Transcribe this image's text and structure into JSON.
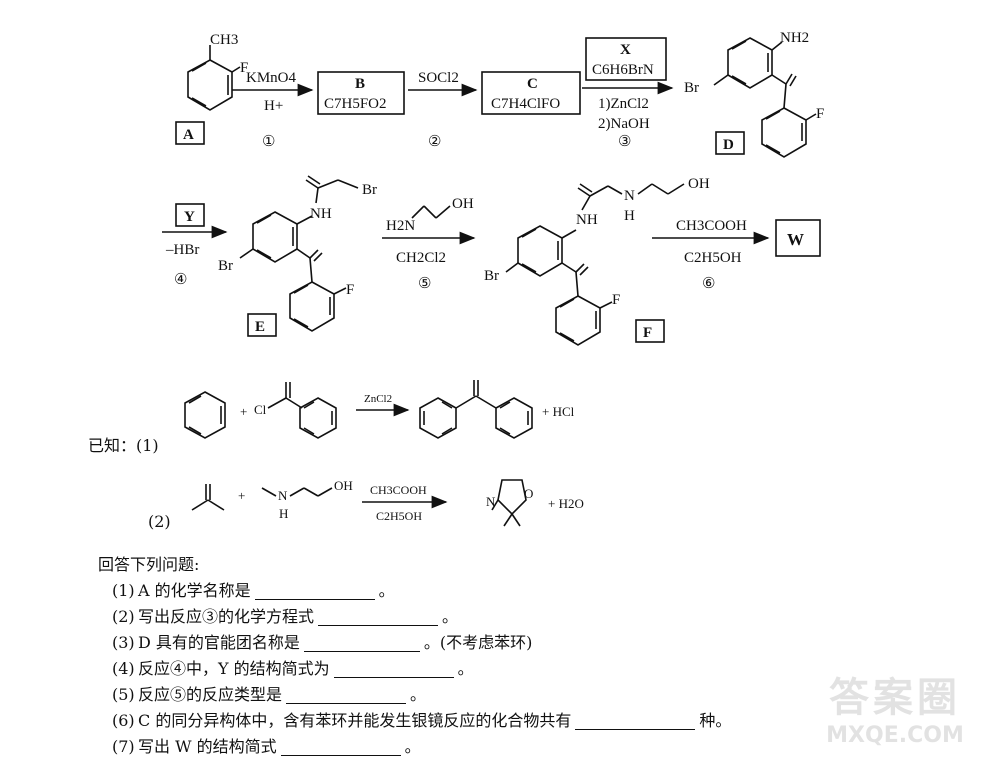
{
  "compounds": {
    "A": {
      "label": "A",
      "sub_methyl": "CH3",
      "sub_f": "F"
    },
    "B": {
      "label": "B",
      "formula": "C7H5FO2"
    },
    "C": {
      "label": "C",
      "formula": "C7H4ClFO"
    },
    "D": {
      "label": "D",
      "nh2": "NH2",
      "br": "Br",
      "f": "F"
    },
    "E": {
      "label": "E",
      "nh": "NH",
      "br_chain": "Br",
      "br": "Br",
      "f": "F"
    },
    "F": {
      "label": "F",
      "nh": "NH",
      "n": "N",
      "h": "H",
      "oh": "OH",
      "br": "Br",
      "f": "F"
    },
    "W": {
      "label": "W"
    }
  },
  "steps": {
    "s1": {
      "reagent_top": "KMnO4",
      "reagent_bottom": "H+",
      "number": "①"
    },
    "s2": {
      "reagent_top": "SOCl2",
      "number": "②"
    },
    "s3": {
      "box_label": "X",
      "box_formula": "C6H6BrN",
      "reagent_1": "1)ZnCl2",
      "reagent_2": "2)NaOH",
      "number": "③"
    },
    "s4": {
      "box_label": "Y",
      "reagent_bottom": "–HBr",
      "number": "④"
    },
    "s5": {
      "reagent_top": "H2N",
      "reagent_top_oh": "OH",
      "reagent_bottom": "CH2Cl2",
      "number": "⑤"
    },
    "s6": {
      "reagent_top": "CH3COOH",
      "reagent_bottom": "C2H5OH",
      "number": "⑥"
    }
  },
  "known": {
    "intro": "已知：(1)",
    "r1": {
      "cl": "Cl",
      "plus": "+",
      "catalyst": "ZnCl2",
      "byproduct": "+ HCl"
    },
    "r2_label": "(2)",
    "r2": {
      "plus": "+",
      "n": "N",
      "h": "H",
      "oh": "OH",
      "reagent_top": "CH3COOH",
      "reagent_bottom": "C2H5OH",
      "ring_n": "N",
      "ring_o": "O",
      "byproduct": "+ H2O"
    }
  },
  "questions": {
    "intro": "回答下列问题:",
    "items": [
      {
        "num": "(1)",
        "before": "A 的化学名称是",
        "after": "。"
      },
      {
        "num": "(2)",
        "before": "写出反应③的化学方程式",
        "after": "。"
      },
      {
        "num": "(3)",
        "before": "D 具有的官能团名称是",
        "after": "。(不考虑苯环)"
      },
      {
        "num": "(4)",
        "before": "反应④中，Y 的结构简式为",
        "after": "。"
      },
      {
        "num": "(5)",
        "before": "反应⑤的反应类型是",
        "after": "。"
      },
      {
        "num": "(6)",
        "before": "C 的同分异构体中，含有苯环并能发生银镜反应的化合物共有",
        "after": "种。"
      },
      {
        "num": "(7)",
        "before": "写出 W 的结构简式",
        "after": "。"
      }
    ]
  },
  "watermark": {
    "top": "答案圈",
    "bottom": "MXQE.COM"
  }
}
